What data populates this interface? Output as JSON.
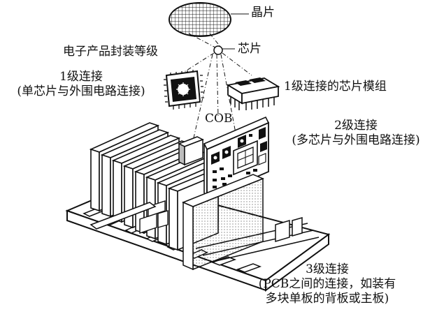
{
  "diagram": {
    "labels": {
      "wafer": "晶片",
      "chip": "芯片",
      "packaging_levels": "电子产品封装等级",
      "level1_title": "1级连接",
      "level1_desc": "(单芯片与外围电路连接)",
      "chip_module": "1级连接的芯片模组",
      "cob": "COB",
      "level2_title": "2级连接",
      "level2_desc": "(多芯片与外围电路连接)",
      "level3_title": "3级连接",
      "level3_desc_line1": "(PCB之间的连接，如装有",
      "level3_desc_line2": "多块单板的背板或主板)"
    },
    "colors": {
      "ink": "#111111",
      "paper": "#ffffff",
      "shade": "#bdbdbd"
    }
  }
}
